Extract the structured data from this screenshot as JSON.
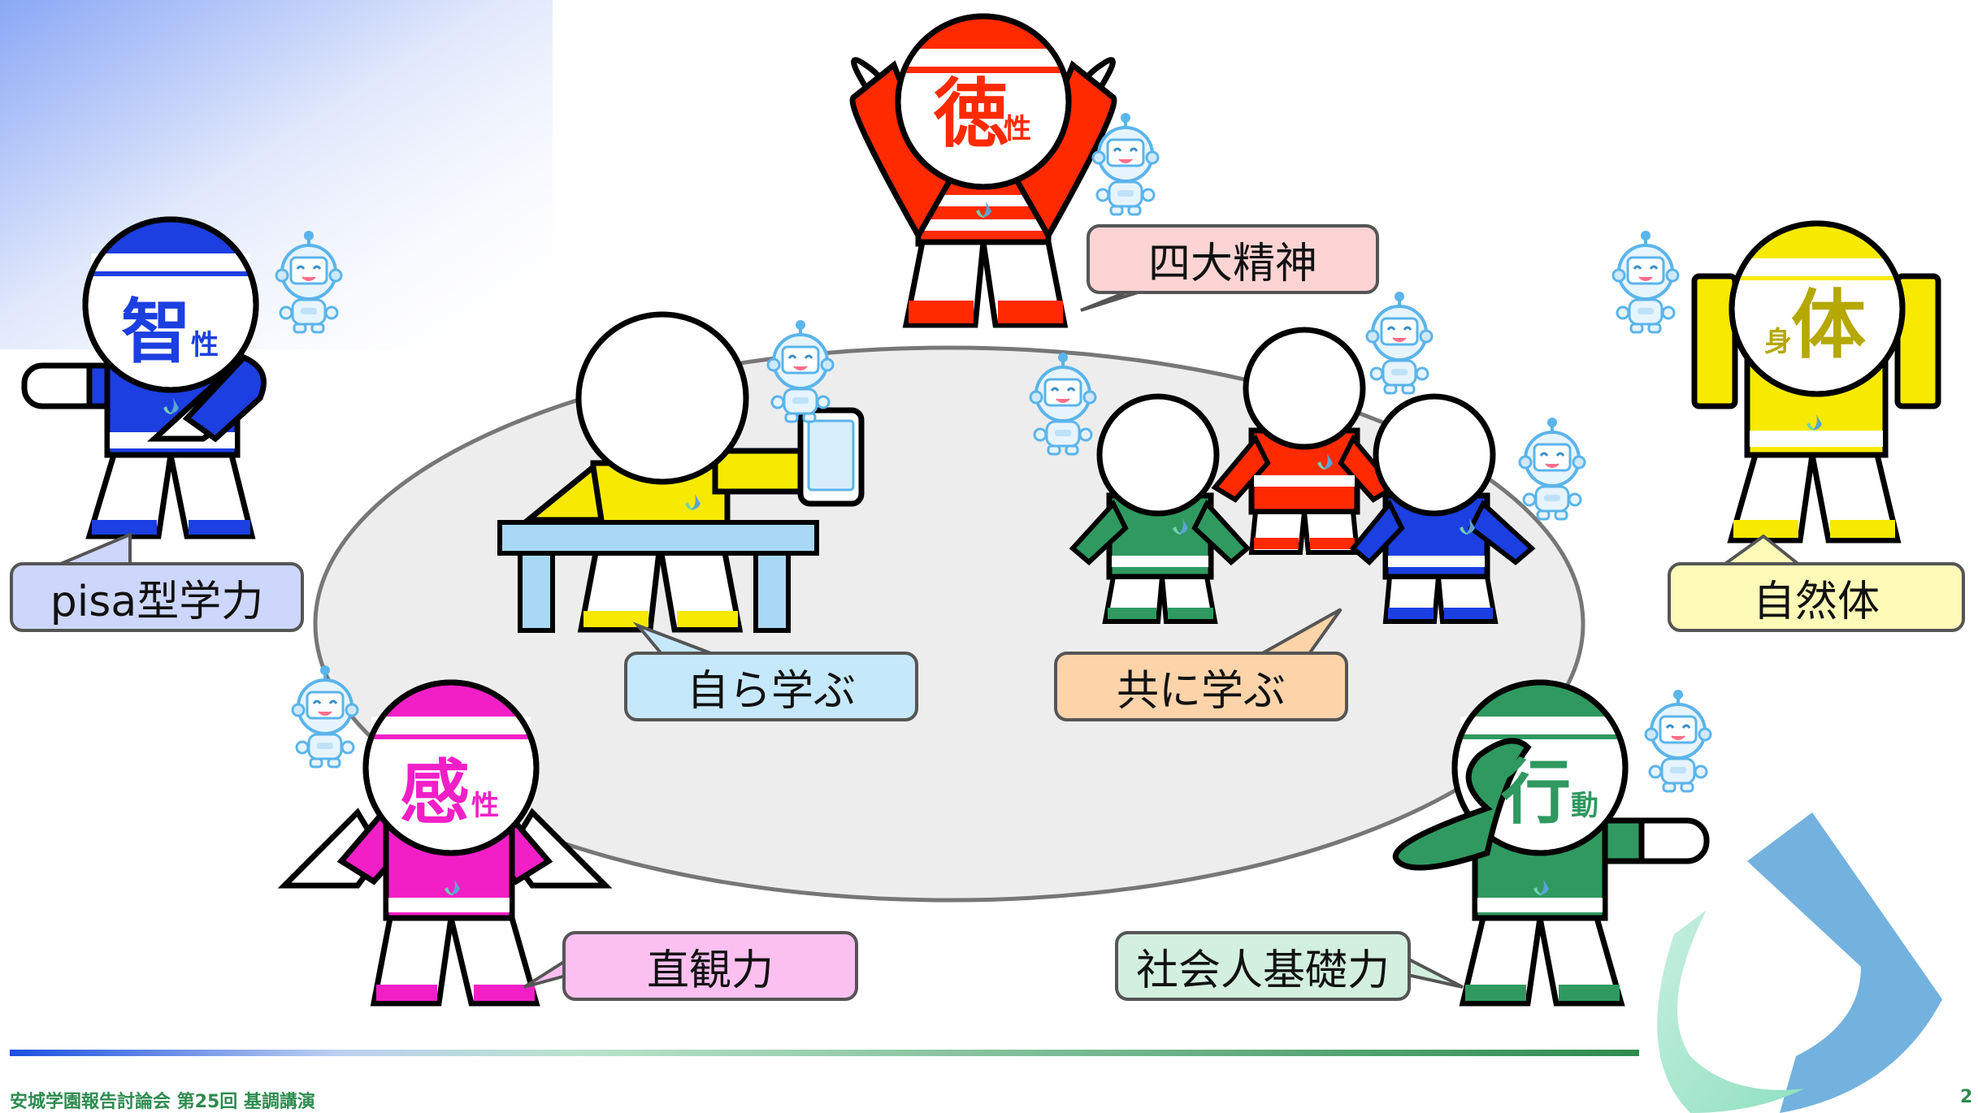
{
  "center_bubbles": {
    "self_learning": "自ら学ぶ",
    "learning_together": "共に学ぶ"
  },
  "figures": {
    "virtue": {
      "big": "徳",
      "small": "性",
      "caption": "四大精神",
      "color": "#ff2a00",
      "caption_bg": "#fdd3d3"
    },
    "intellect": {
      "big": "智",
      "small": "性",
      "caption": "pisa型学力",
      "color": "#1b3fe0",
      "caption_bg": "#cdd7fb"
    },
    "physical": {
      "big": "体",
      "small": "身",
      "caption": "自然体",
      "color": "#f7ea00",
      "caption_bg": "#fdfab8"
    },
    "sense": {
      "big": "感",
      "small": "性",
      "caption": "直観力",
      "color": "#f21fc7",
      "caption_bg": "#fcc0f0"
    },
    "action": {
      "big": "行",
      "small": "動",
      "caption": "社会人基礎力",
      "color": "#2f9960",
      "caption_bg": "#d2efdf"
    }
  },
  "colors": {
    "ellipse_fill": "#ededed",
    "desk": "#a8d8f5",
    "robot": "#5bb4ea",
    "footer_line": "#2e8b4f",
    "self_bubble_bg": "#c6e8fb",
    "together_bubble_bg": "#fdd3aa"
  },
  "footer": {
    "title": "安城学園報告討論会 第25回 基調講演",
    "page": "2"
  },
  "icons": [
    "robot-icon",
    "tablet-icon",
    "school-logo"
  ]
}
